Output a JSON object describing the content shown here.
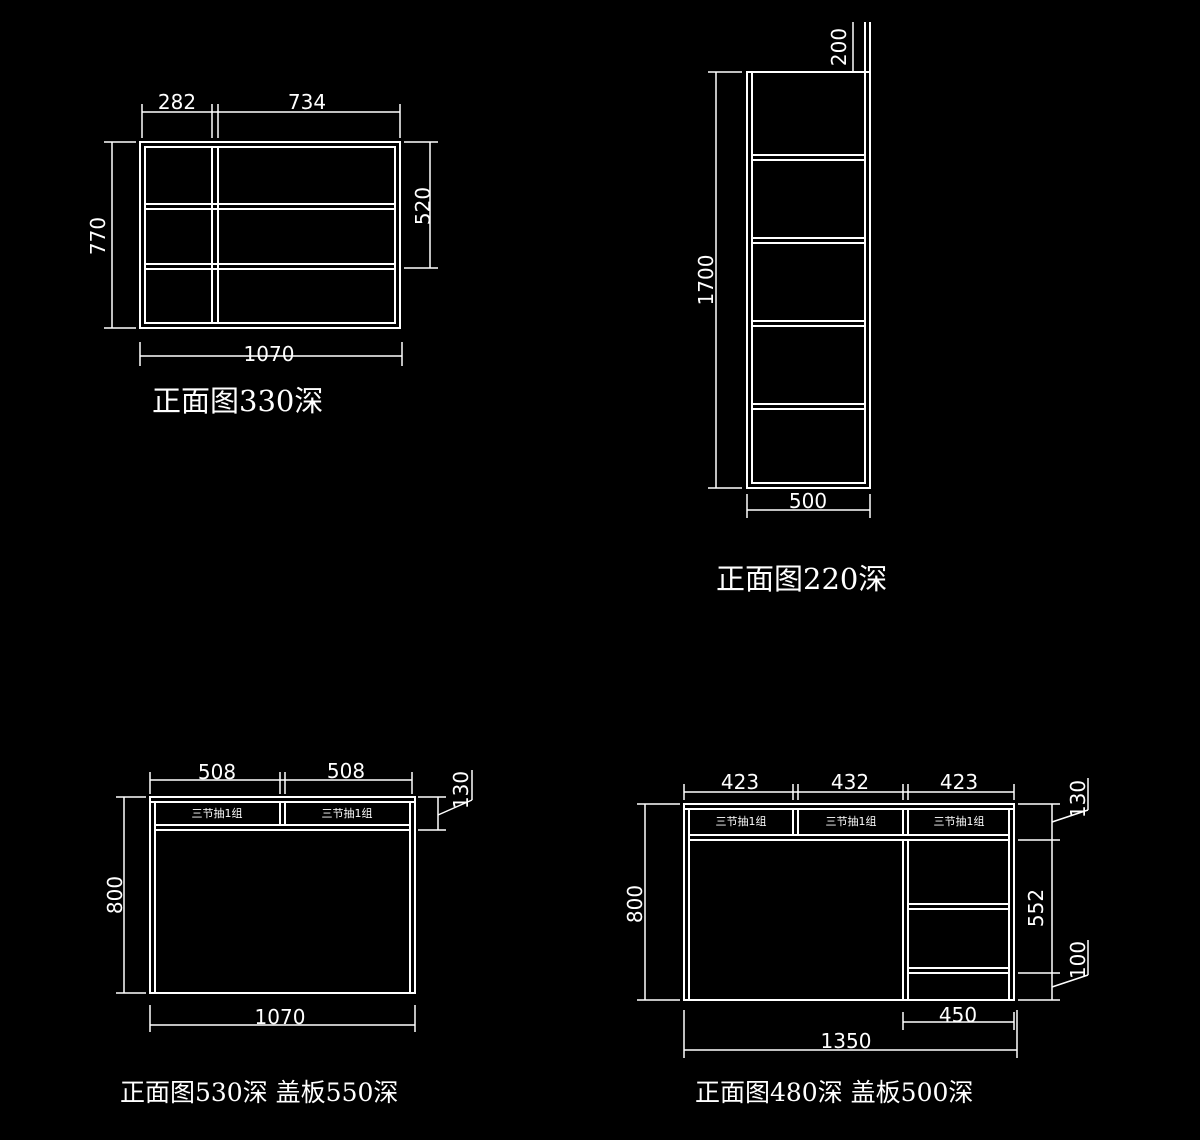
{
  "drawing_a": {
    "caption": "正面图330深",
    "dims": {
      "top_left": "282",
      "top_right": "734",
      "left": "770",
      "right": "520",
      "bottom": "1070"
    }
  },
  "drawing_b": {
    "caption": "正面图220深",
    "dims": {
      "top": "200",
      "left": "1700",
      "bottom": "500"
    }
  },
  "drawing_c": {
    "caption": "正面图530深  盖板550深",
    "dims": {
      "top_left": "508",
      "top_right": "508",
      "right": "130",
      "left": "800",
      "bottom": "1070"
    },
    "drawer_labels": [
      "三节抽1组",
      "三节抽1组"
    ]
  },
  "drawing_d": {
    "caption": "正面图480深  盖板500深",
    "dims": {
      "top_1": "423",
      "top_2": "432",
      "top_3": "423",
      "right_top": "130",
      "right_mid": "552",
      "right_bottom": "100",
      "left": "800",
      "bottom_right": "450",
      "bottom": "1350"
    },
    "drawer_labels": [
      "三节抽1组",
      "三节抽1组",
      "三节抽1组"
    ]
  },
  "colors": {
    "background": "#000000",
    "line": "#ffffff"
  }
}
